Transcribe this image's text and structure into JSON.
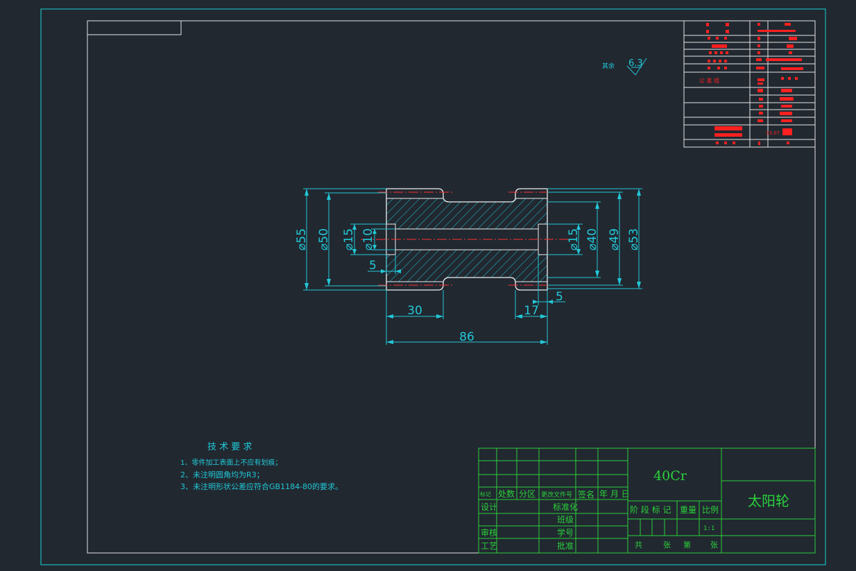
{
  "colors": {
    "background": "#212830",
    "border_outer": "#19b9b9",
    "border_inner": "#e6e6e6",
    "dimension": "#22c8d8",
    "title_block": "#2ad13a",
    "centerline": "#ff3030",
    "redacted_table": "#ff2020",
    "part_outline": "#f0f0f0"
  },
  "surface_finish": {
    "label": "其余",
    "value": "6.3"
  },
  "dimensions": {
    "d55": "⌀55",
    "d50": "⌀50",
    "d15_left": "⌀15",
    "d10": "⌀10",
    "d15_right": "⌀15",
    "d40": "⌀40",
    "d49": "⌀49",
    "d53": "⌀53",
    "len5_left": "5",
    "len5_right": "5",
    "len30": "30",
    "len17": "17",
    "len86": "86"
  },
  "tech_requirements": {
    "title": "技 术 要 求",
    "items": [
      "1、零件加工表面上不应有划痕；",
      "2、未注明圆角均为R3；",
      "3、未注明形状公差应符合GB1184-80的要求。"
    ]
  },
  "redacted_table_label": "公 差 组",
  "redacted_table_value": "33.07",
  "title_block": {
    "material": "40Cr",
    "part_name": "太阳轮",
    "header_labels": [
      "标记",
      "处数",
      "分区",
      "更改文件号",
      "签名",
      "年 月 日"
    ],
    "design": "设计",
    "standardization": "标准化",
    "class": "班级",
    "review": "审核",
    "student_id": "学号",
    "process": "工艺",
    "approval": "批准",
    "stage_mark": "阶 段 标 记",
    "weight": "重量",
    "ratio": "比例",
    "scale": "1:1",
    "total_sheets": "共",
    "sheets_unit": "张",
    "sheet_no": "第",
    "sheet_unit2": "张"
  }
}
